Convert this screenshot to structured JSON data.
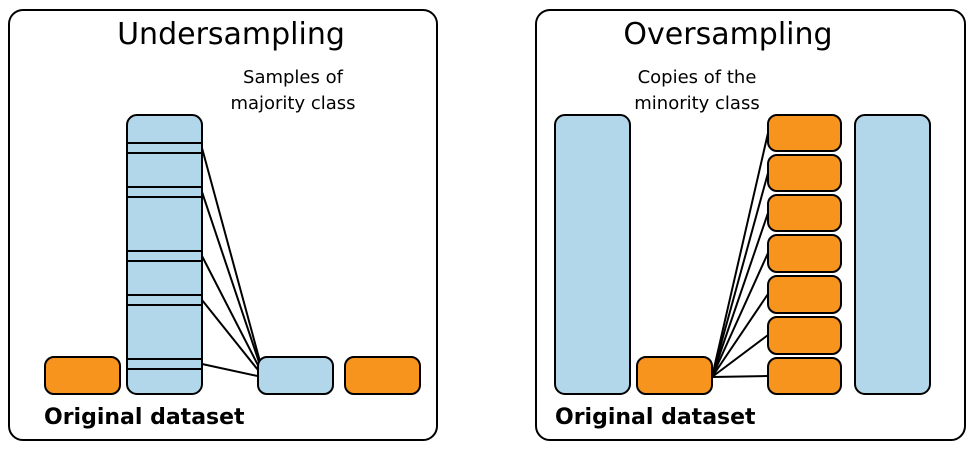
{
  "colors": {
    "majority_blue": "#b2d6ea",
    "minority_orange": "#f7941e",
    "outline": "#000000",
    "background": "#ffffff"
  },
  "undersampling": {
    "title": "Undersampling",
    "note_lines": [
      "Samples of",
      "majority class"
    ],
    "caption": "Original dataset"
  },
  "oversampling": {
    "title": "Oversampling",
    "note_lines": [
      "Copies of the",
      "minority class"
    ],
    "caption": "Original dataset"
  }
}
